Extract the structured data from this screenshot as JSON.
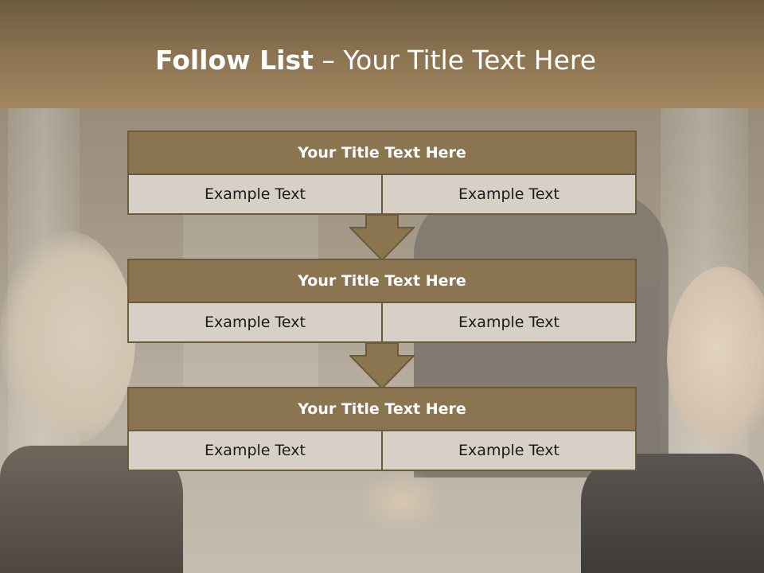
{
  "slide": {
    "title_bold": "Follow List",
    "title_rest": " – Your Title Text Here"
  },
  "blocks": [
    {
      "title": "Your Title Text Here",
      "cells": [
        "Example Text",
        "Example Text"
      ]
    },
    {
      "title": "Your Title Text Here",
      "cells": [
        "Example Text",
        "Example Text"
      ]
    },
    {
      "title": "Your Title Text Here",
      "cells": [
        "Example Text",
        "Example Text"
      ]
    }
  ],
  "colors": {
    "header": "#8b7351",
    "block_header": "#8b7550",
    "cell_fill": "#d7d0c7",
    "border": "#6b5a3c"
  }
}
